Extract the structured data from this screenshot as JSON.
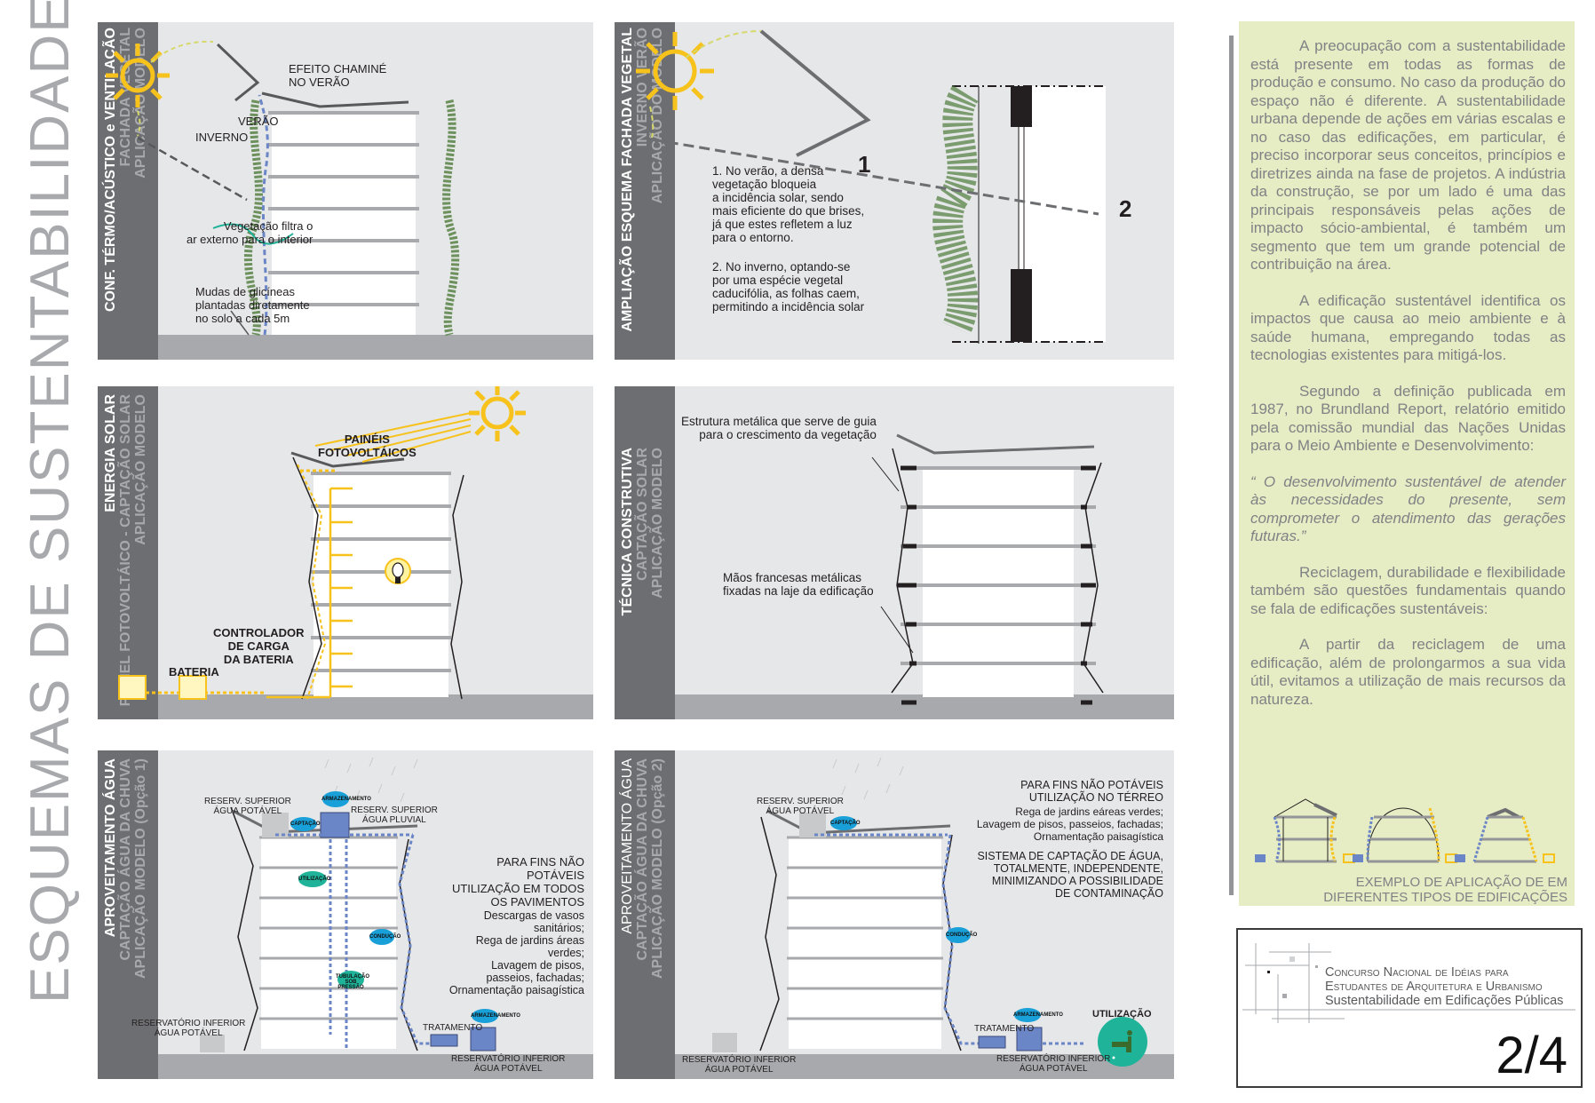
{
  "page_title": "ESQUEMAS DE SUSTENTABILIDADE",
  "panels": {
    "p1": {
      "label": [
        "CONF. TÉRMO/ACÚSTICO e VENTILAÇÃO",
        "FACHADA VEGETAL",
        "APLICAÇÃO MODELO"
      ],
      "efeito": [
        "EFEITO CHAMINÉ",
        "NO VERÃO"
      ],
      "verao": "VERÃO",
      "inverno": "INVERNO",
      "vegetacao": [
        "Vegetação filtra o",
        "ar externo para o interior"
      ],
      "mudas": [
        "Mudas de glicíneas",
        "plantadas diretamente",
        "no solo a cada 5m"
      ]
    },
    "p2": {
      "label": [
        "AMPLIAÇÃO ESQUEMA FACHADA VEGETAL",
        "INVERNO VERÃO",
        "APLICAÇÃO DO MODELO"
      ],
      "marker1": "1",
      "marker2": "2",
      "note1": [
        "1. No verão, a densa",
        "vegetação bloqueia",
        "a incidência solar, sendo",
        "mais eficiente do que brises,",
        "já que estes refletem a luz",
        "para o entorno."
      ],
      "note2": [
        "2. No inverno, optando-se",
        "por uma espécie vegetal",
        "caducifólia, as folhas caem,",
        "permitindo a incidência solar"
      ]
    },
    "p3": {
      "label": [
        "ENERGIA SOLAR",
        "PAINEL FOTOVOLTÁICO - CAPTAÇÃO SOLAR",
        "APLICAÇÃO MODELO"
      ],
      "paineis": [
        "PAINÉIS",
        "FOTOVOLTÁICOS"
      ],
      "controlador": [
        "CONTROLADOR",
        "DE CARGA",
        "DA BATERIA"
      ],
      "bateria": "BATERIA"
    },
    "p4": {
      "label": [
        "TÉCNICA CONSTRUTIVA",
        "CAPTAÇÃO SOLAR",
        "APLICAÇÃO MODELO"
      ],
      "estrutura": [
        "Estrutura metálica que serve de guia",
        "para o crescimento da vegetação"
      ],
      "maos": [
        "Mãos francesas metálicas",
        "fixadas na laje da edificação"
      ]
    },
    "p5": {
      "label": [
        "APROVEITAMENTO ÁGUA",
        "CAPTAÇÃO ÁGUA DA CHUVA",
        "APLICAÇÃO MODELO (Opção 1)"
      ],
      "reserv_sup_potavel": [
        "RESERV. SUPERIOR",
        "ÁGUA POTÁVEL"
      ],
      "reserv_sup_pluvial": [
        "RESERV. SUPERIOR",
        "ÁGUA PLUVIAL"
      ],
      "armazenamento": "ARMAZENAMENTO",
      "captacao": "CAPTAÇÃO",
      "utilizacao": "UTILIZAÇÃO",
      "conducao": "CONDUÇÃO",
      "tubulacao": [
        "TUBULAÇÃO",
        "SOB PRESSÃO"
      ],
      "armazenamento2": "ARMAZENAMENTO",
      "tratamento": "TRATAMENTO",
      "reserv_inf_left": [
        "RESERVATÓRIO INFERIOR",
        "ÁGUA POTÁVEL"
      ],
      "reserv_inf_right": [
        "RESERVATÓRIO INFERIOR",
        "ÁGUA POTÁVEL"
      ],
      "heading": [
        "PARA FINS NÃO",
        "POTÁVEIS",
        "UTILIZAÇÃO EM TODOS",
        "OS PAVIMENTOS"
      ],
      "uses": [
        "Descargas de vasos",
        "sanitários;",
        "Rega de jardins áreas",
        "verdes;",
        "Lavagem de pisos,",
        "passeios, fachadas;",
        "Ornamentação paisagística"
      ]
    },
    "p6": {
      "label": [
        "APROVEITAMENTO ÁGUA",
        "CAPTAÇÃO ÁGUA DA CHUVA",
        "APLICAÇÃO MODELO (Opção 2)"
      ],
      "reserv_sup_potavel": [
        "RESERV. SUPERIOR",
        "ÁGUA POTÁVEL"
      ],
      "captacao": "CAPTAÇÃO",
      "conducao": "CONDUÇÃO",
      "armazenamento": "ARMAZENAMENTO",
      "tratamento": "TRATAMENTO",
      "utilizacao": "UTILIZAÇÃO",
      "reserv_inf_left": [
        "RESERVATÓRIO INFERIOR",
        "ÁGUA POTÁVEL"
      ],
      "reserv_inf_right": [
        "RESERVATÓRIO INFERIOR",
        "ÁGUA POTÁVEL"
      ],
      "heading1": [
        "PARA FINS NÃO POTÁVEIS",
        "UTILIZAÇÃO NO TÉRREO"
      ],
      "uses": [
        "Rega de jardins eáreas verdes;",
        "Lavagem de pisos, passeios, fachadas;",
        "Ornamentação paisagística"
      ],
      "heading2": [
        "SISTEMA DE CAPTAÇÃO DE ÁGUA,",
        "TOTALMENTE, INDEPENDENTE,",
        "MINIMIZANDO A POSSIBILIDADE",
        "DE CONTAMINAÇÃO"
      ]
    }
  },
  "sidebar": {
    "paragraphs": [
      "A preocupação com a sustentabilidade está presente em todas as formas de produção e consumo. No caso da produção do espaço não é diferente. A sustentabilidade urbana depende de ações em várias escalas e no caso das edificações, em particular, é preciso incorporar seus conceitos, princípios e diretrizes ainda na fase de projetos. A indústria da construção, se por um lado é uma das principais responsáveis pelas ações de impacto sócio-ambiental, é também um segmento que tem um grande potencial de contribuição na área.",
      "A edificação sustentável identifica os impactos que causa ao meio ambiente e à saúde humana, empregando todas as tecnologias existentes para mitigá-los.",
      "Segundo a definição publicada em 1987, no Brundland Report, relatório emitido pela comissão mundial das Nações Unidas para o Meio Ambiente e Desenvolvimento:",
      "“ O desenvolvimento sustentável de atender às necessidades do presente, sem comprometer o atendimento das gerações futuras.”",
      "Reciclagem, durabilidade e flexibilidade também são questões fundamentais quando se fala de edificações sustentáveis:",
      "A partir da reciclagem de uma edificação, além de prolongarmos a sua vida útil, evitamos a utilização de mais recursos da natureza."
    ],
    "caption": [
      "EXEMPLO DE APLICAÇÃO DE EM",
      "DIFERENTES TIPOS DE EDIFICAÇÕES"
    ]
  },
  "footer": {
    "line1": "Concurso Nacional de Idéias para",
    "line2": "Estudantes de Arquitetura e Urbanismo",
    "line3": "Sustentabilidade em Edificações Públicas",
    "page": "2/4"
  },
  "colors": {
    "panel_bg": "#e6e7e8",
    "label_bar": "#6d6e71",
    "ground": "#a7a9ac",
    "solar_yellow": "#f6c21b",
    "water_blue": "#6b86c6",
    "bubble_cyan": "#1aa0d8",
    "bubble_teal": "#1fb39a",
    "sidebar_green": "#e6ecc4",
    "text_grey": "#808285"
  }
}
